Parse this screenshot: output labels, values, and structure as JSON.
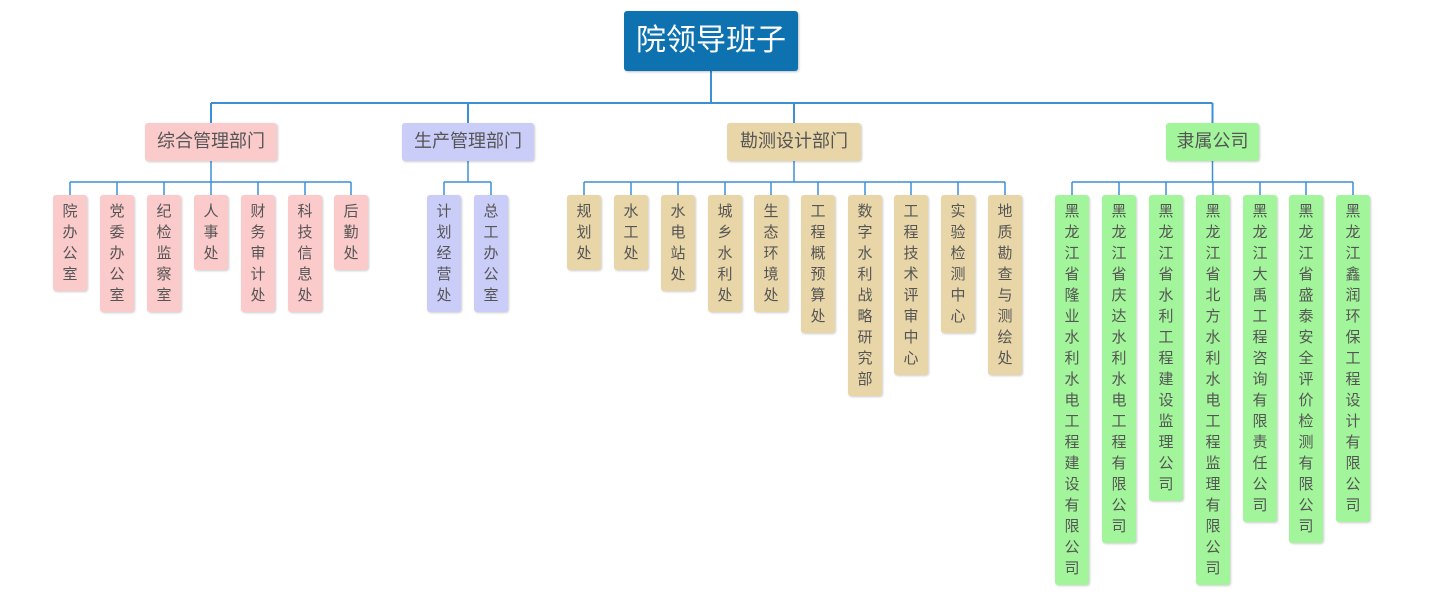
{
  "root": {
    "label": "院领导班子"
  },
  "colors": {
    "root": "#0f72b0",
    "connector": "#3d8fd4",
    "admin": "#fbcaca",
    "production": "#cacdf8",
    "survey": "#e8d6a8",
    "subsidiary": "#a3f59b"
  },
  "departments": [
    {
      "label": "综合管理部门",
      "children": [
        "院办公室",
        "党委办公室",
        "纪检监察室",
        "人事处",
        "财务审计处",
        "科技信息处",
        "后勤处"
      ]
    },
    {
      "label": "生产管理部门",
      "children": [
        "计划经营处",
        "总工办公室"
      ]
    },
    {
      "label": "勘测设计部门",
      "children": [
        "规划处",
        "水工处",
        "水电站处",
        "城乡水利处",
        "生态环境处",
        "工程概预算处",
        "数字水利战略研究部",
        "工程技术评审中心",
        "实验检测中心",
        "地质勘查与测绘处"
      ]
    },
    {
      "label": "隶属公司",
      "children": [
        "黑龙江省隆业水利水电工程建设有限公司",
        "黑龙江省庆达水利水电工程有限公司",
        "黑龙江省水利工程建设监理公司",
        "黑龙江省北方水利水电工程监理有限公司",
        "黑龙江大禹工程咨询有限责任公司",
        "黑龙江省盛泰安全评价检测有限公司",
        "黑龙江鑫润环保工程设计有限公司"
      ]
    }
  ]
}
